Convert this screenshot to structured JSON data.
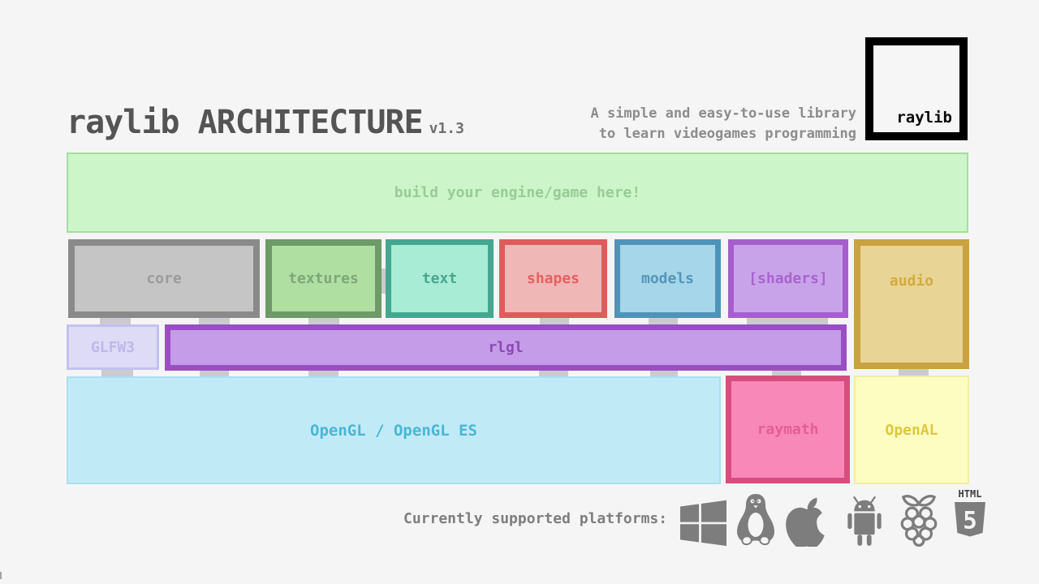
{
  "header": {
    "title": "raylib ARCHITECTURE",
    "version": "v1.3",
    "tagline_line1": "A simple and easy-to-use library",
    "tagline_line2": "to learn videogames programming",
    "logo_text": "raylib"
  },
  "diagram": {
    "boxes": {
      "engine": {
        "label": "build your engine/game here!",
        "fill": "#ccf5c9",
        "border": "#a5dda0",
        "text": "#99cc96"
      },
      "core": {
        "label": "core",
        "fill": "#c5c5c5",
        "border": "#8a8a8a",
        "text": "#9b9b9b"
      },
      "textures": {
        "label": "textures",
        "fill": "#afdfa1",
        "border": "#6d9a67",
        "text": "#7fa77a"
      },
      "text": {
        "label": "text",
        "fill": "#a9ecd6",
        "border": "#44a78f",
        "text": "#4aa68c"
      },
      "shapes": {
        "label": "shapes",
        "fill": "#f0b7b7",
        "border": "#df5c5c",
        "text": "#e66060"
      },
      "models": {
        "label": "models",
        "fill": "#a5d6e9",
        "border": "#4f93b8",
        "text": "#5694b8"
      },
      "shaders": {
        "label": "[shaders]",
        "fill": "#c9a3e9",
        "border": "#a55ecb",
        "text": "#a763ce"
      },
      "audio": {
        "label": "audio",
        "fill": "#e8d494",
        "border": "#c9a242",
        "text": "#d3ab41"
      },
      "glfw3": {
        "label": "GLFW3",
        "fill": "#dddbf5",
        "border": "#c3c1ee",
        "text": "#bcb8ec"
      },
      "rlgl": {
        "label": "rlgl",
        "fill": "#c59ce7",
        "border": "#9a4ec4",
        "text": "#8d49b6"
      },
      "opengl": {
        "label": "OpenGL / OpenGL ES",
        "fill": "#c1eaf7",
        "border": "#abdff0",
        "text": "#49b6d4"
      },
      "raymath": {
        "label": "raymath",
        "fill": "#f888b7",
        "border": "#d74e7e",
        "text": "#e25f95"
      },
      "openal": {
        "label": "OpenAL",
        "fill": "#fdfcc1",
        "border": "#f1eda5",
        "text": "#ddc83e"
      }
    },
    "connector_color": "#cbcbcf"
  },
  "footer": {
    "platforms_label": "Currently supported platforms:",
    "icon_color": "#7d7d7d",
    "platforms": [
      "windows",
      "linux",
      "apple",
      "android",
      "raspberry-pi",
      "html5"
    ],
    "html5_badge_text": "HTML",
    "html5_number": "5"
  }
}
